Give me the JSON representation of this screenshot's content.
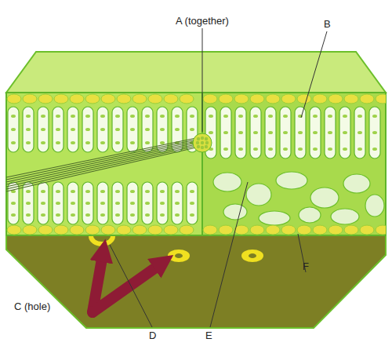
{
  "diagram": {
    "labels": [
      "A (together)",
      "B",
      "C (hole)",
      "D",
      "E",
      "F"
    ]
  }
}
